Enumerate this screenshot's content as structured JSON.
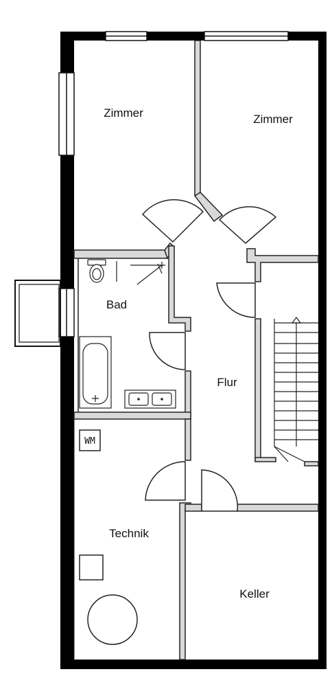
{
  "rooms": {
    "zimmer_left": "Zimmer",
    "zimmer_right": "Zimmer",
    "bad": "Bad",
    "flur": "Flur",
    "technik": "Technik",
    "keller": "Keller"
  },
  "fixtures": {
    "washing_machine": "WM"
  },
  "colors": {
    "outer_wall": "#000000",
    "inner_wall": "#d9d9d9",
    "line": "#222222",
    "background": "#ffffff"
  }
}
